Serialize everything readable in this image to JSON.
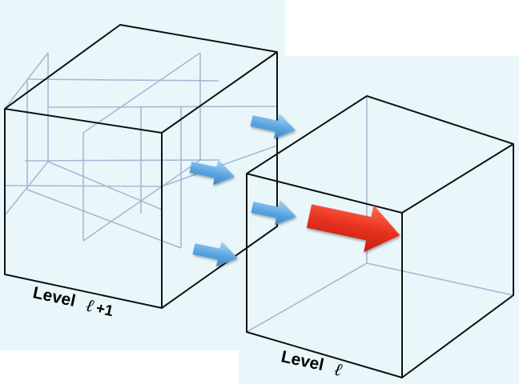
{
  "labels": {
    "left_level": "Level",
    "left_ell": "ℓ",
    "left_plus": "+1",
    "right_level": "Level",
    "right_ell": "ℓ"
  },
  "colors": {
    "panel": "#e9f7fb",
    "cube_edge": "#111111",
    "inner_line": "#a9b8d2",
    "small_arrow": "#5aa4e0",
    "big_arrow": "#e8321f"
  }
}
